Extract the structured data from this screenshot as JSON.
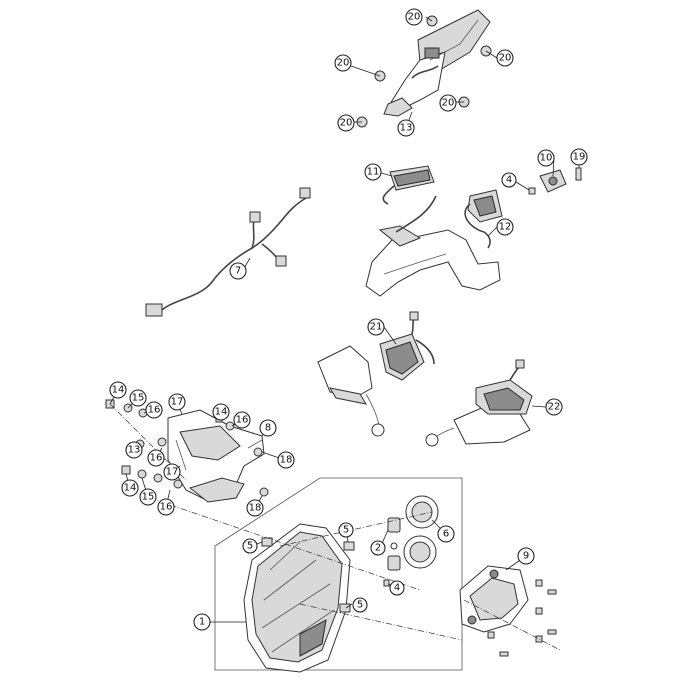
{
  "callouts": {
    "c1": "1",
    "c2": "2",
    "c4a": "4",
    "c4b": "4",
    "c5a": "5",
    "c5b": "5",
    "c5c": "5",
    "c6": "6",
    "c7": "7",
    "c8": "8",
    "c9": "9",
    "c10": "10",
    "c11": "11",
    "c12": "12",
    "c13": "13",
    "c14a": "14",
    "c14b": "14",
    "c14c": "14",
    "c15a": "15",
    "c15b": "15",
    "c16a": "16",
    "c16b": "16",
    "c16c": "16",
    "c16d": "16",
    "c17a": "17",
    "c17b": "17",
    "c18a": "18",
    "c18b": "18",
    "c19": "19",
    "c20a": "20",
    "c20b": "20",
    "c20c": "20",
    "c20d": "20",
    "c20e": "20",
    "c21": "21",
    "c22": "22"
  },
  "colors": {
    "line": "#333333",
    "fill_light": "#d9d9d9",
    "fill_dark": "#8c8c8c",
    "background": "#ffffff"
  }
}
